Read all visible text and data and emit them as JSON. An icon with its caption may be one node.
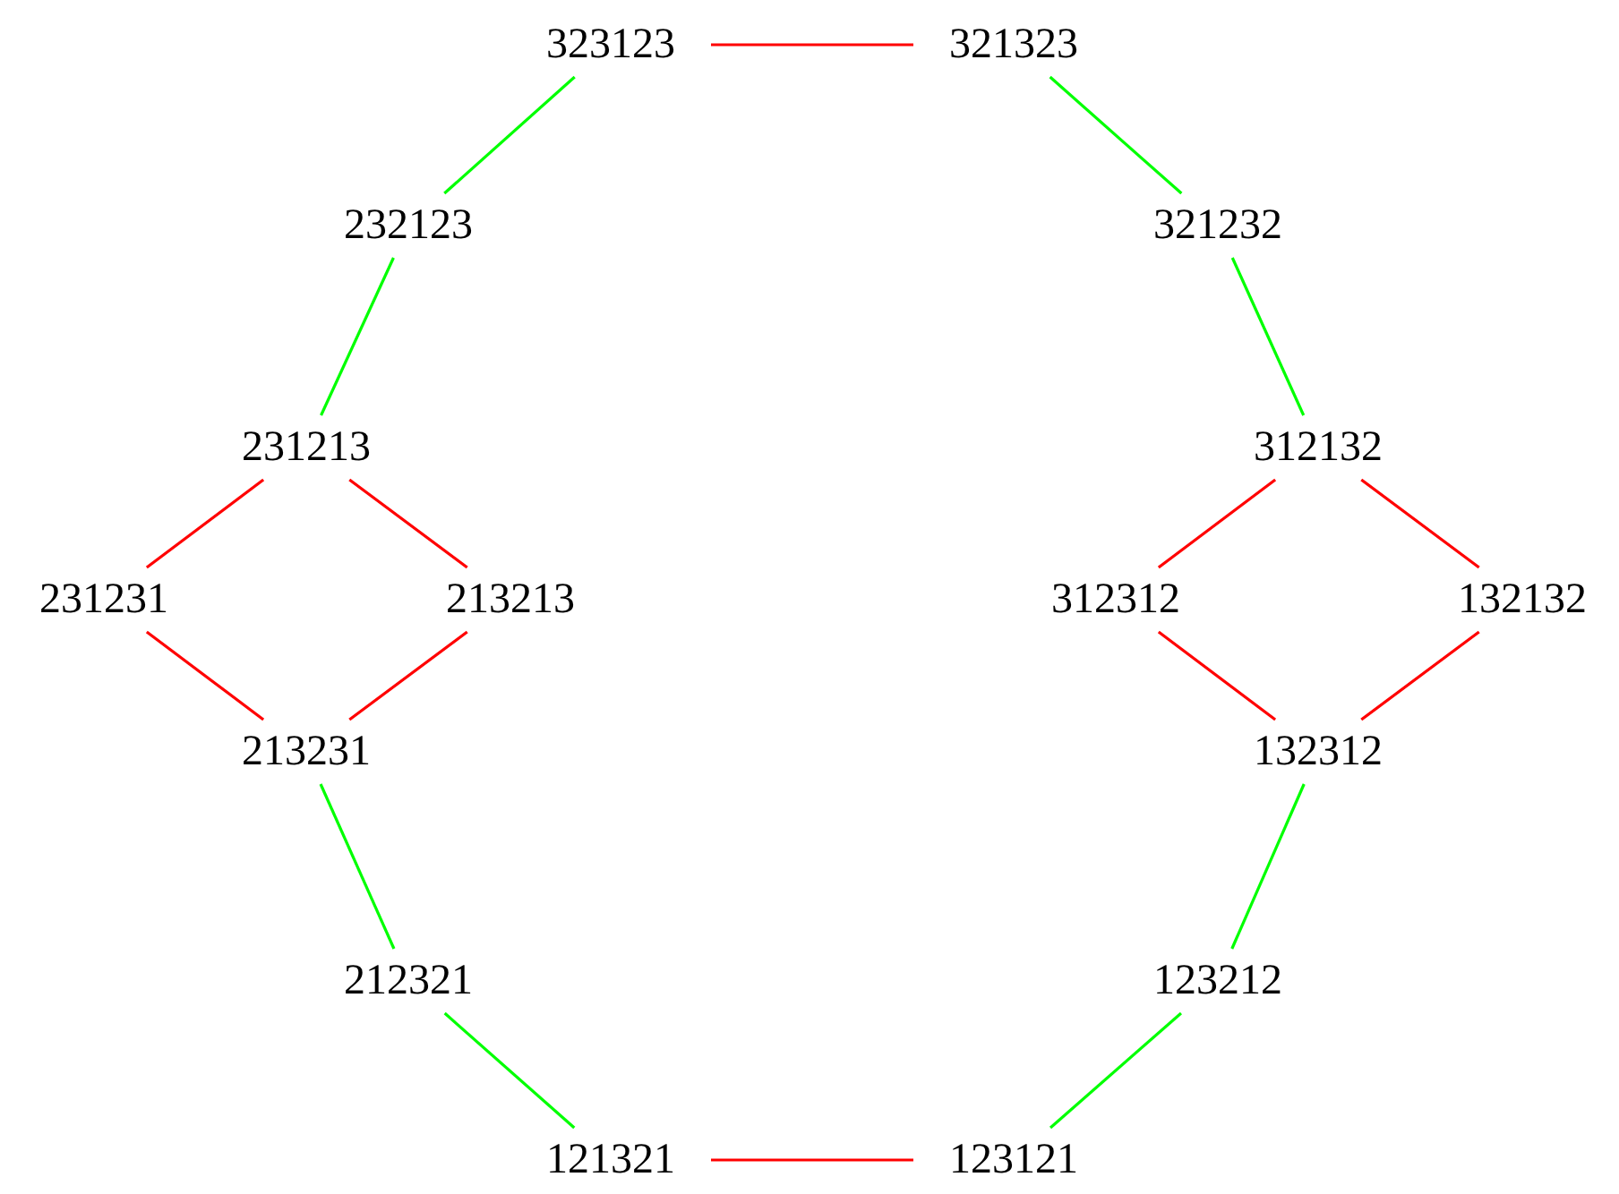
{
  "diagram": {
    "nodes": [
      {
        "text": [
          "323123"
        ]
      },
      {
        "text": [
          "321323"
        ]
      },
      {
        "text": [
          "232123"
        ]
      },
      {
        "text": [
          "321232"
        ]
      },
      {
        "text": [
          "231213"
        ]
      },
      {
        "text": [
          "312132"
        ]
      },
      {
        "text": [
          "231231"
        ]
      },
      {
        "text": [
          "213213"
        ]
      },
      {
        "text": [
          "312312"
        ]
      },
      {
        "text": [
          "132132"
        ]
      },
      {
        "text": [
          "213231"
        ]
      },
      {
        "text": [
          "132312"
        ]
      },
      {
        "text": [
          "212321"
        ]
      },
      {
        "text": [
          "123212"
        ]
      },
      {
        "text": [
          "121321"
        ]
      },
      {
        "text": [
          "123121"
        ]
      }
    ],
    "edges": [
      {
        "from": 0,
        "to": 1,
        "arrow": "none"
      },
      {
        "from": 0,
        "to": 2,
        "arrow": "none",
        "color": "#00ff00"
      },
      {
        "from": 1,
        "to": 3,
        "arrow": "none",
        "color": "#00ff00"
      },
      {
        "from": 2,
        "to": 4,
        "arrow": "none",
        "color": "#00ff00"
      },
      {
        "from": 3,
        "to": 5,
        "arrow": "none",
        "color": "#00ff00"
      },
      {
        "from": 4,
        "to": 6,
        "arrow": "none"
      },
      {
        "from": 4,
        "to": 7,
        "arrow": "none"
      },
      {
        "from": 5,
        "to": 8,
        "arrow": "none"
      },
      {
        "from": 5,
        "to": 9,
        "arrow": "none"
      },
      {
        "from": 6,
        "to": 10,
        "arrow": "none"
      },
      {
        "from": 7,
        "to": 10,
        "arrow": "none"
      },
      {
        "from": 8,
        "to": 11,
        "arrow": "none"
      },
      {
        "from": 9,
        "to": 11,
        "arrow": "none"
      },
      {
        "from": 10,
        "to": 12,
        "arrow": "none",
        "color": "#00ff00"
      },
      {
        "from": 11,
        "to": 13,
        "arrow": "none",
        "color": "#00ff00"
      },
      {
        "from": 12,
        "to": 14,
        "arrow": "none",
        "color": "#00ff00"
      },
      {
        "from": 13,
        "to": 15,
        "arrow": "none",
        "color": "#00ff00"
      },
      {
        "from": 14,
        "to": 15,
        "arrow": "none"
      }
    ]
  }
}
